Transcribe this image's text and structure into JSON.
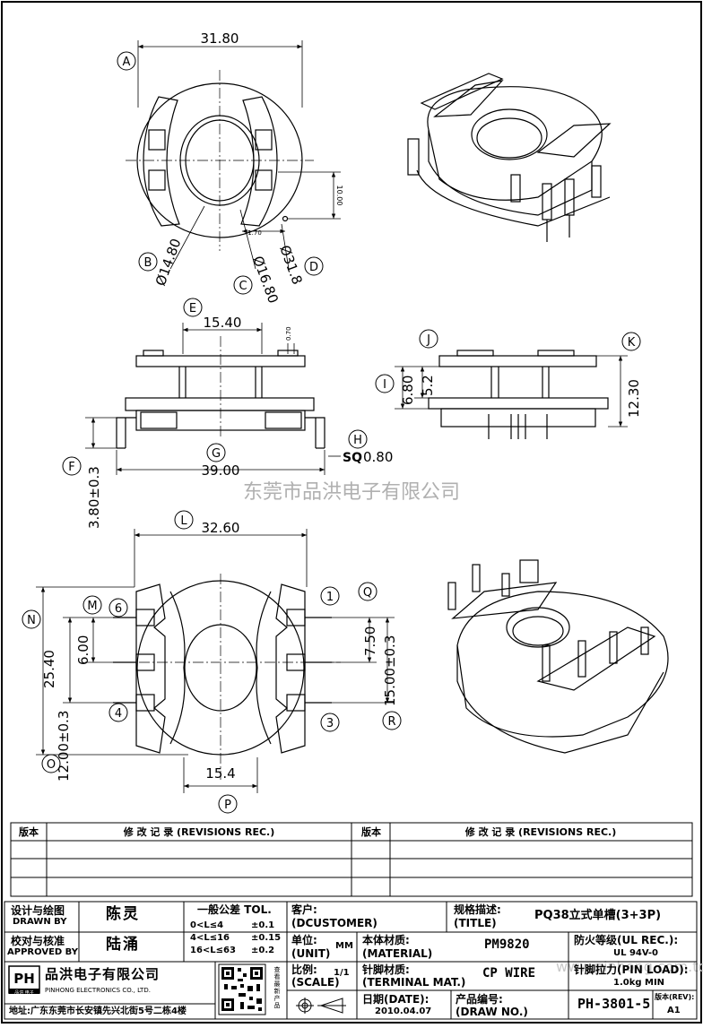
{
  "dims": {
    "A": "31.80",
    "B": "Ø14.80",
    "C": "Ø16.80",
    "D": "Ø31.8",
    "h1": "10.00",
    "w1": "1.70",
    "E": "15.40",
    "pin_thk": "0.70",
    "F": "3.80±0.3",
    "G": "39.00",
    "H": "0.80",
    "H_prefix": "SQ",
    "I": "6.80",
    "J": "5.2",
    "K": "12.30",
    "L": "32.60",
    "M": "6.00",
    "N": "25.40",
    "O": "12.00±0.3",
    "P": "15.4",
    "Q": "7.50",
    "R": "15.00±0.3"
  },
  "callouts": [
    "A",
    "B",
    "C",
    "D",
    "E",
    "F",
    "G",
    "H",
    "I",
    "J",
    "K",
    "L",
    "M",
    "N",
    "O",
    "P",
    "Q",
    "R"
  ],
  "pin_numbers": [
    "1",
    "3",
    "4",
    "6"
  ],
  "watermark": "东莞市品洪电子有限公司",
  "watermark2": "www.pinhong.com.td",
  "revisions": {
    "version_label": "版本",
    "record_label": "修 改 记 录 (REVISIONS REC.)"
  },
  "title_block": {
    "designer_label_cn": "设计与绘图",
    "designer_label_en": "DRAWN BY",
    "designer_name": "陈灵",
    "approver_label_cn": "校对与核准",
    "approver_label_en": "APPROVED BY",
    "approver_name": "陆涌",
    "tol_title": "一般公差 TOL.",
    "tol_rows": [
      {
        "range": "0<L≤4",
        "value": "±0.1"
      },
      {
        "range": "4<L≤16",
        "value": "±0.15"
      },
      {
        "range": "16<L≤63",
        "value": "±0.2"
      }
    ],
    "customer_label": "客户:",
    "customer_en": "(DCUSTOMER)",
    "title_label": "规格描述:",
    "title_en": "(TITLE)",
    "title_value": "PQ38立式单槽(3+3P)",
    "unit_label": "单位:",
    "unit_en": "(UNIT)",
    "unit_value": "MM",
    "material_label": "本体材质:",
    "material_en": "(MATERIAL)",
    "material_value": "PM9820",
    "ul_label": "防火等级(UL REC.):",
    "ul_value": "UL 94V-0",
    "company_name": "品洪电子有限公司",
    "company_en": "PINHONG ELECTRONICS CO., LTD.",
    "logo_text": "PH",
    "logo_sub": "品洪 电子",
    "address": "地址:广东东莞市长安镇先兴北街5号二栋4楼",
    "qr_caption": "查看最新产品",
    "scale_label": "比例:",
    "scale_en": "(SCALE)",
    "scale_value": "1/1",
    "pin_mat_label": "针脚材质:",
    "pin_mat_en": "(TERMINAL MAT.)",
    "pin_mat_value": "CP WIRE",
    "pin_load_label": "针脚拉力(PIN LOAD):",
    "pin_load_value": "1.0kg MIN",
    "date_label": "日期(DATE):",
    "date_value": "2010.04.07",
    "draw_no_label": "产品编号:",
    "draw_no_en": "(DRAW NO.)",
    "draw_no_value": "PH-3801-5",
    "rev_label": "版本(REV):",
    "rev_value": "A1"
  }
}
